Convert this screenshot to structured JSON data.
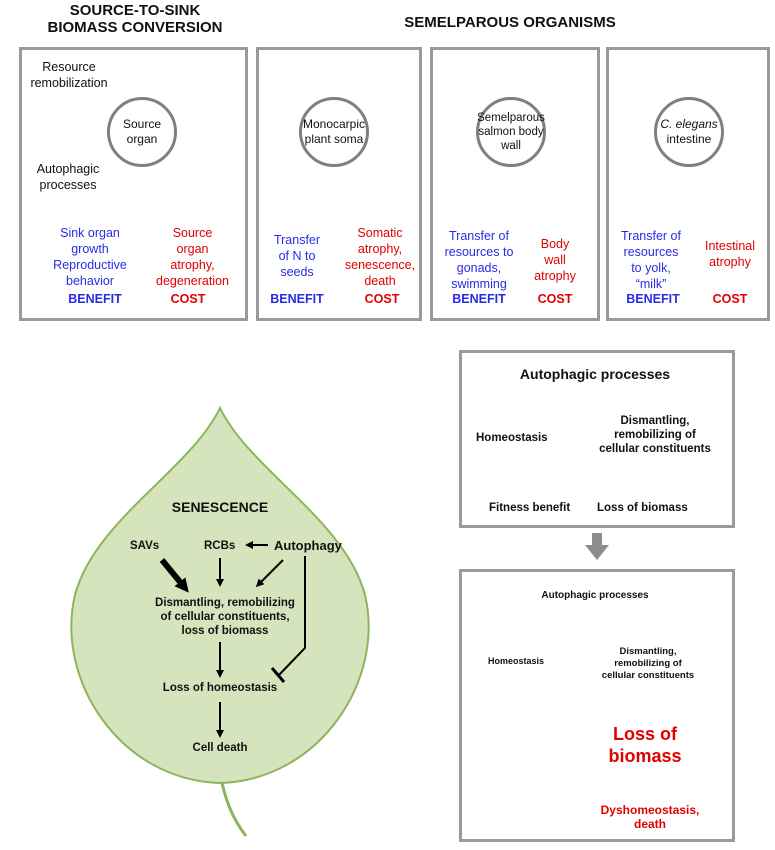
{
  "top": {
    "source_title": "SOURCE-TO-SINK\nBIOMASS CONVERSION",
    "semel_title": "SEMELPAROUS ORGANISMS",
    "resource_remobilization": "Resource\nremobilization",
    "autophagic_processes": "Autophagic\nprocesses",
    "panels": [
      {
        "circle": "Source\norgan",
        "benefit_text": "Sink organ\ngrowth\nReproductive\nbehavior",
        "cost_text": "Source\norgan\natrophy,\ndegeneration",
        "benefit": "BENEFIT",
        "cost": "COST"
      },
      {
        "circle": "Monocarpic\nplant soma",
        "benefit_text": "Transfer\nof N to\nseeds",
        "cost_text": "Somatic\natrophy,\nsenescence,\ndeath",
        "benefit": "BENEFIT",
        "cost": "COST"
      },
      {
        "circle": "Semelparous\nsalmon body\nwall",
        "benefit_text": "Transfer of\nresources to\ngonads,\nswimming",
        "cost_text": "Body\nwall\natrophy",
        "benefit": "BENEFIT",
        "cost": "COST"
      },
      {
        "circle_italic": "C. elegans",
        "circle": "intestine",
        "benefit_text": "Transfer of\nresources\nto yolk,\n“milk”",
        "cost_text": "Intestinal\natrophy",
        "benefit": "BENEFIT",
        "cost": "COST"
      }
    ]
  },
  "leaf": {
    "title": "SENESCENCE",
    "savs": "SAVs",
    "rcbs": "RCBs",
    "autophagy": "Autophagy",
    "dismantling": "Dismantling, remobilizing\nof cellular constituents,\nloss of biomass",
    "loss_homeostasis": "Loss of homeostasis",
    "cell_death": "Cell death"
  },
  "right_top": {
    "autophagic": "Autophagic processes",
    "homeostasis": "Homeostasis",
    "dismantling": "Dismantling,\nremobilizing of\ncellular constituents",
    "fitness": "Fitness benefit",
    "loss_biomass": "Loss of biomass"
  },
  "right_bottom": {
    "autophagic": "Autophagic processes",
    "homeostasis": "Homeostasis",
    "dismantling": "Dismantling,\nremobilizing of\ncellular constituents",
    "loss_biomass": "Loss of\nbiomass",
    "dysho": "Dyshomeostasis,\ndeath"
  },
  "colors": {
    "benefit": "#2b2be6",
    "cost": "#e00000",
    "leaf_fill": "#d6e4bd",
    "leaf_stroke": "#8ab55a",
    "box_border": "#9a9a9a"
  }
}
